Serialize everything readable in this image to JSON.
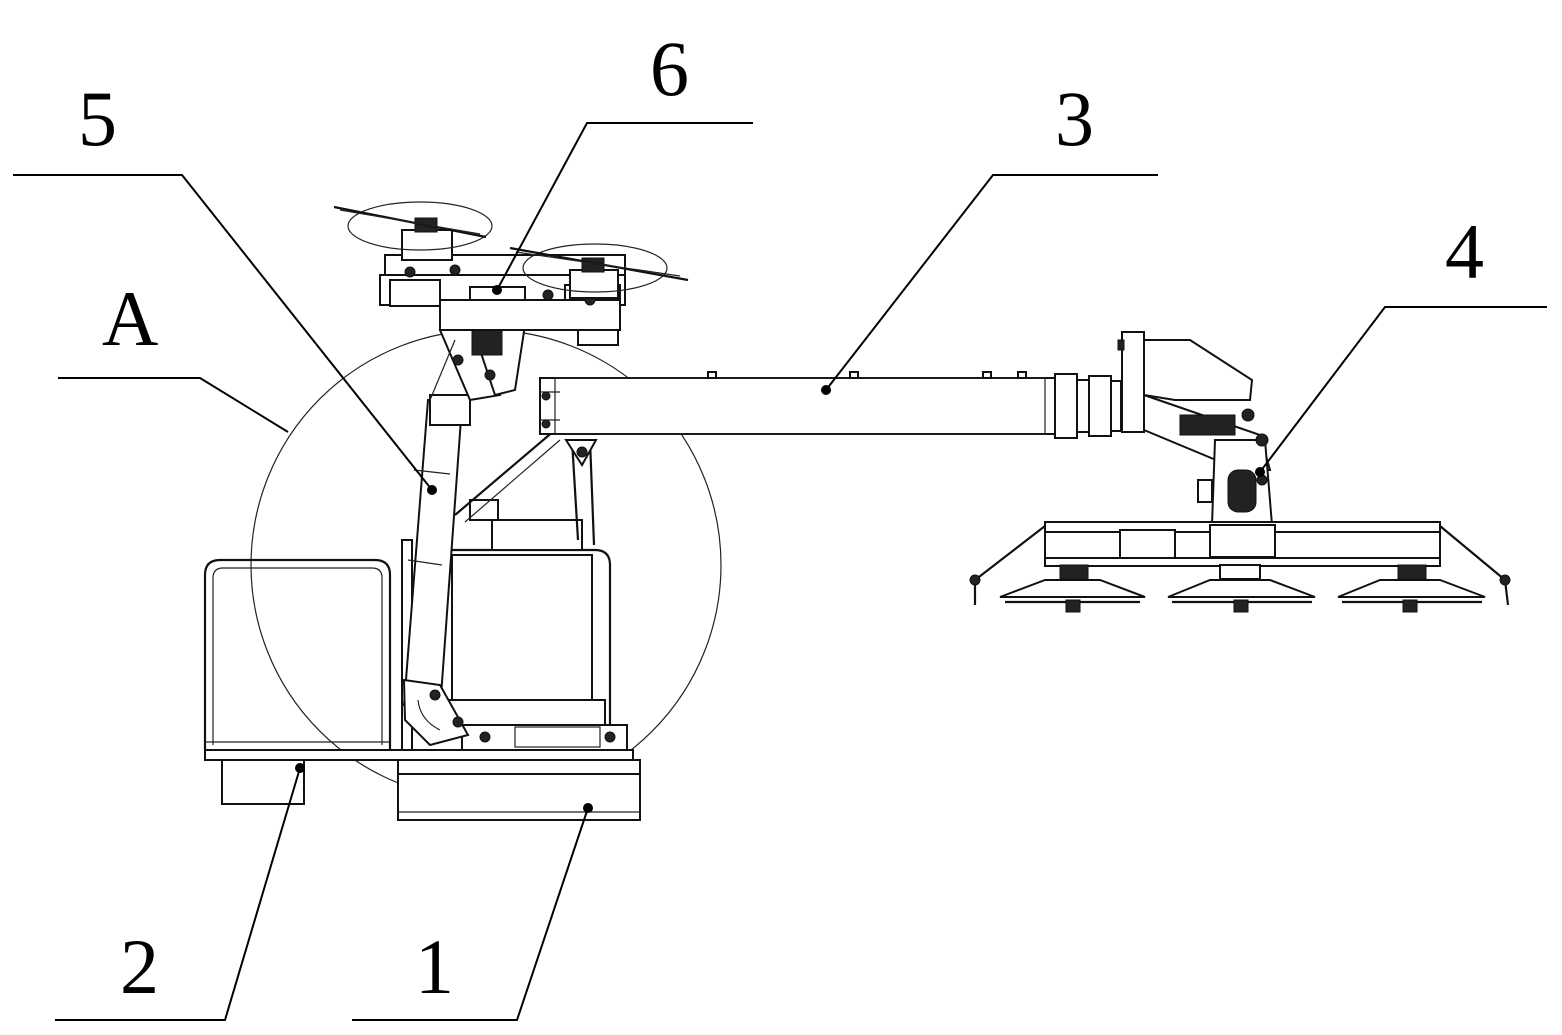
{
  "labels": {
    "one": "1",
    "two": "2",
    "three": "3",
    "four": "4",
    "five": "5",
    "six": "6",
    "a": "A"
  }
}
